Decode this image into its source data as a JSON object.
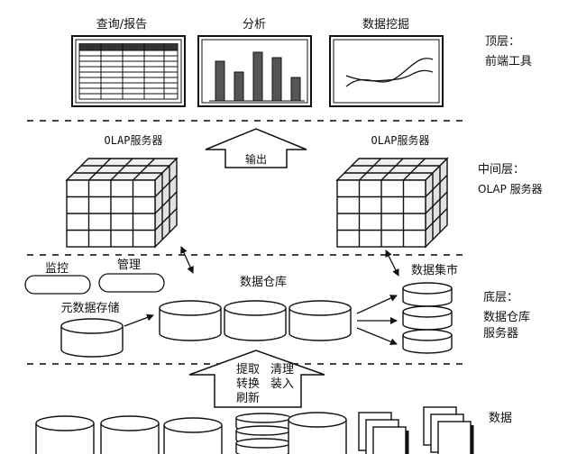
{
  "top": {
    "panels": [
      "查询/报告",
      "分析",
      "数据挖掘"
    ],
    "layer": "顶层：",
    "layer_desc": "前端工具"
  },
  "middle": {
    "cube_left_title": "OLAP服务器",
    "cube_right_title": "OLAP服务器",
    "output_label": "输出",
    "layer": "中间层：",
    "layer_desc": "OLAP 服务器"
  },
  "bottom": {
    "monitor": "监控",
    "manage": "管理",
    "metadata": "元数据存储",
    "warehouse": "数据仓库",
    "datamart": "数据集市",
    "layer": "底层：",
    "layer_desc_1": "数据仓库",
    "layer_desc_2": "服务器"
  },
  "data_layer": {
    "etl": [
      "提取",
      "清理",
      "转换",
      "装入",
      "刷新"
    ],
    "label": "数据"
  },
  "colors": {
    "ink": "#111111",
    "bar": "#555555",
    "dash": "#444444"
  }
}
